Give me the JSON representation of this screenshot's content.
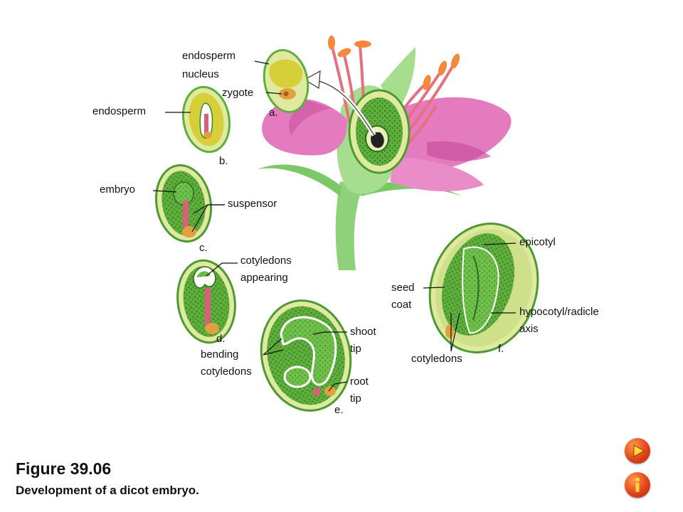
{
  "figure": {
    "title": "Figure 39.06",
    "caption": "Development of a dicot embryo."
  },
  "labels": {
    "endosperm_nucleus_1": "endosperm",
    "endosperm_nucleus_2": "nucleus",
    "zygote": "zygote",
    "stage_a": "a.",
    "endosperm": "endosperm",
    "stage_b": "b.",
    "embryo": "embryo",
    "suspensor": "suspensor",
    "stage_c": "c.",
    "cotyledons_appearing_1": "cotyledons",
    "cotyledons_appearing_2": "appearing",
    "stage_d": "d.",
    "shoot_tip_1": "shoot",
    "shoot_tip_2": "tip",
    "bending_cotyledons_1": "bending",
    "bending_cotyledons_2": "cotyledons",
    "root_tip_1": "root",
    "root_tip_2": "tip",
    "stage_e": "e.",
    "epicotyl": "epicotyl",
    "seed_coat_1": "seed",
    "seed_coat_2": "coat",
    "hypocotyl_1": "hypocotyl/radicle",
    "hypocotyl_2": "axis",
    "cotyledons": "cotyledons",
    "stage_f": "f."
  },
  "controls": {
    "play": "play-icon",
    "info": "info-icon"
  },
  "colors": {
    "seed_light": "#dfeaa0",
    "seed_green": "#5fae3c",
    "embryo_dark": "#3d8a2a",
    "endosperm_yellow": "#d6cf3a",
    "zygote_orange": "#e0a040",
    "suspensor_pink": "#d9607a",
    "petal_pink": "#e57bbf",
    "stem_green": "#8fd17a",
    "button_orange": "#e2431a"
  }
}
